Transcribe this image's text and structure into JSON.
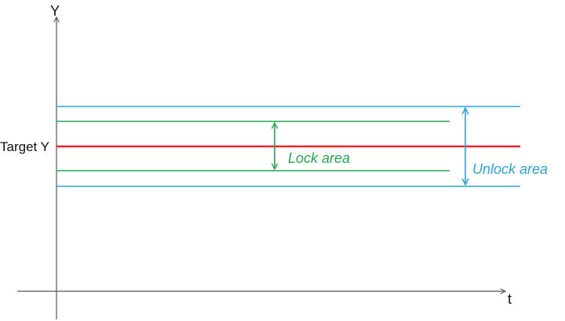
{
  "diagram": {
    "axis_y_label": "Y",
    "axis_x_label": "t",
    "target_label": "Target Y",
    "lock_label": "Lock area",
    "unlock_label": "Unlock area"
  },
  "colors": {
    "axis": "#555555",
    "target_line": "#e8232a",
    "lock_band": "#21a84f",
    "unlock_band": "#29a3da",
    "text": "#111111"
  }
}
